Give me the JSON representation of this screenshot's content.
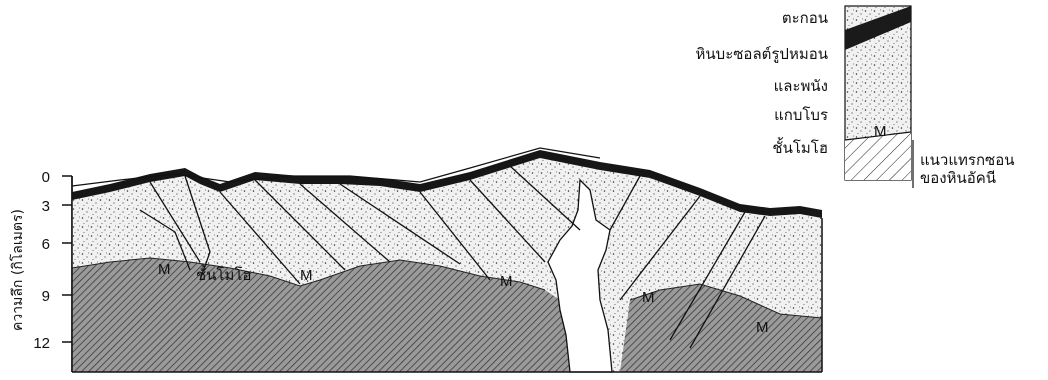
{
  "legend": {
    "items": [
      "ตะกอน",
      "หินบะซอลต์รูปหมอน",
      "และพนัง",
      "แกบโบร",
      "ชั้นโมโฮ"
    ],
    "marker": "M",
    "dike_label_line1": "แนวแทรกซอน",
    "dike_label_line2": "ของหินอัคนี"
  },
  "axis": {
    "title": "ความลึก (กิโลเมตร)",
    "ticks": [
      "0",
      "3",
      "6",
      "9",
      "12"
    ]
  },
  "section": {
    "moho_label": "ชั้นโมโฮ",
    "markers": [
      "M",
      "M",
      "M",
      "M",
      "M"
    ]
  }
}
